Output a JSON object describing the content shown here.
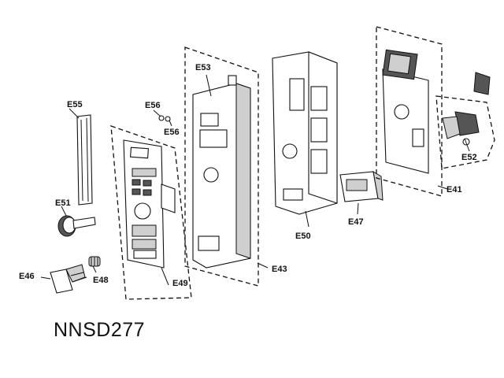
{
  "model_name": "NNSD277",
  "part_labels": {
    "e55": "E55",
    "e56a": "E56",
    "e56b": "E56",
    "e53": "E53",
    "e51": "E51",
    "e46": "E46",
    "e48": "E48",
    "e49": "E49",
    "e43": "E43",
    "e50": "E50",
    "e47": "E47",
    "e41": "E41",
    "e52": "E52"
  }
}
